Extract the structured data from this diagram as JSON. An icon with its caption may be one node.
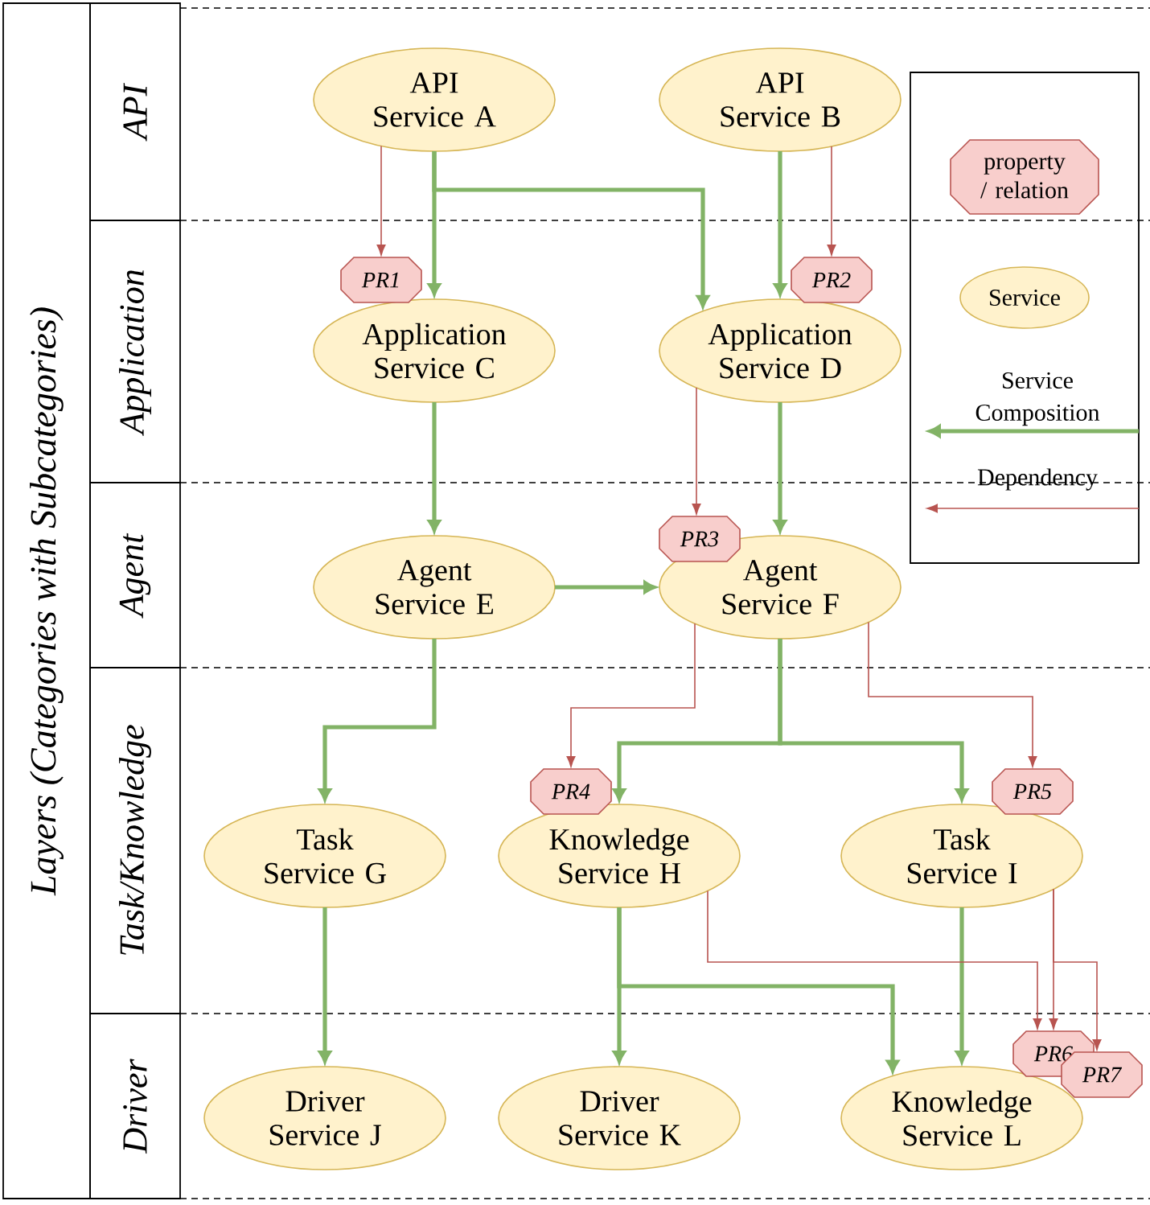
{
  "diagram": {
    "nodes": [
      {
        "text": [
          "Layers (Categories with Subcategories)"
        ]
      },
      {
        "text": [
          "API"
        ]
      },
      {
        "text": [
          "Application"
        ]
      },
      {
        "text": [
          "Agent"
        ]
      },
      {
        "text": [
          "Task/Knowledge"
        ]
      },
      {
        "text": [
          "Driver"
        ]
      },
      {
        "text": [
          "API Service A"
        ]
      },
      {
        "text": [
          "API Service B"
        ]
      },
      {
        "text": [
          "Application Service C"
        ]
      },
      {
        "text": [
          "Application Service D"
        ]
      },
      {
        "text": [
          "Agent Service E"
        ]
      },
      {
        "text": [
          "Agent Service F"
        ]
      },
      {
        "text": [
          "Task Service G"
        ]
      },
      {
        "text": [
          "Knowledge Service H"
        ]
      },
      {
        "text": [
          "Task Service I"
        ]
      },
      {
        "text": [
          "Driver Service J"
        ]
      },
      {
        "text": [
          "Driver Service K"
        ]
      },
      {
        "text": [
          "Knowledge Service L"
        ]
      },
      {
        "text": [
          "PR1"
        ]
      },
      {
        "text": [
          "PR2"
        ]
      },
      {
        "text": [
          "PR3"
        ]
      },
      {
        "text": [
          "PR4"
        ]
      },
      {
        "text": [
          "PR5"
        ]
      },
      {
        "text": [
          "PR6"
        ]
      },
      {
        "text": [
          "PR7"
        ]
      }
    ],
    "edges": [
      {
        "from": 6,
        "to": 8,
        "arrow": "to"
      },
      {
        "from": 6,
        "to": 9,
        "arrow": "to"
      },
      {
        "from": 7,
        "to": 9,
        "arrow": "to"
      },
      {
        "from": 6,
        "to": 18,
        "arrow": "to",
        "color": "#b85450"
      },
      {
        "from": 7,
        "to": 19,
        "arrow": "to",
        "color": "#b85450"
      },
      {
        "from": 8,
        "to": 10,
        "arrow": "to"
      },
      {
        "from": 9,
        "to": 11,
        "arrow": "to"
      },
      {
        "from": 9,
        "to": 20,
        "arrow": "to",
        "color": "#b85450"
      },
      {
        "from": 10,
        "to": 11,
        "arrow": "to"
      },
      {
        "from": 10,
        "to": 12,
        "arrow": "to"
      },
      {
        "from": 11,
        "to": 13,
        "arrow": "to"
      },
      {
        "from": 11,
        "to": 14,
        "arrow": "to"
      },
      {
        "from": 11,
        "to": 21,
        "arrow": "to",
        "color": "#b85450"
      },
      {
        "from": 11,
        "to": 22,
        "arrow": "to",
        "color": "#b85450"
      },
      {
        "from": 12,
        "to": 15,
        "arrow": "to"
      },
      {
        "from": 13,
        "to": 16,
        "arrow": "to"
      },
      {
        "from": 13,
        "to": 17,
        "arrow": "to"
      },
      {
        "from": 14,
        "to": 17,
        "arrow": "to"
      },
      {
        "from": 13,
        "to": 23,
        "arrow": "to",
        "color": "#b85450"
      },
      {
        "from": 14,
        "to": 23,
        "arrow": "to",
        "color": "#b85450"
      },
      {
        "from": 14,
        "to": 24,
        "arrow": "to",
        "color": "#b85450"
      }
    ],
    "legend": [
      {
        "text": "property / relation"
      },
      {
        "text": "Service"
      },
      {
        "text": "Service Composition"
      },
      {
        "text": "Dependency"
      }
    ]
  }
}
